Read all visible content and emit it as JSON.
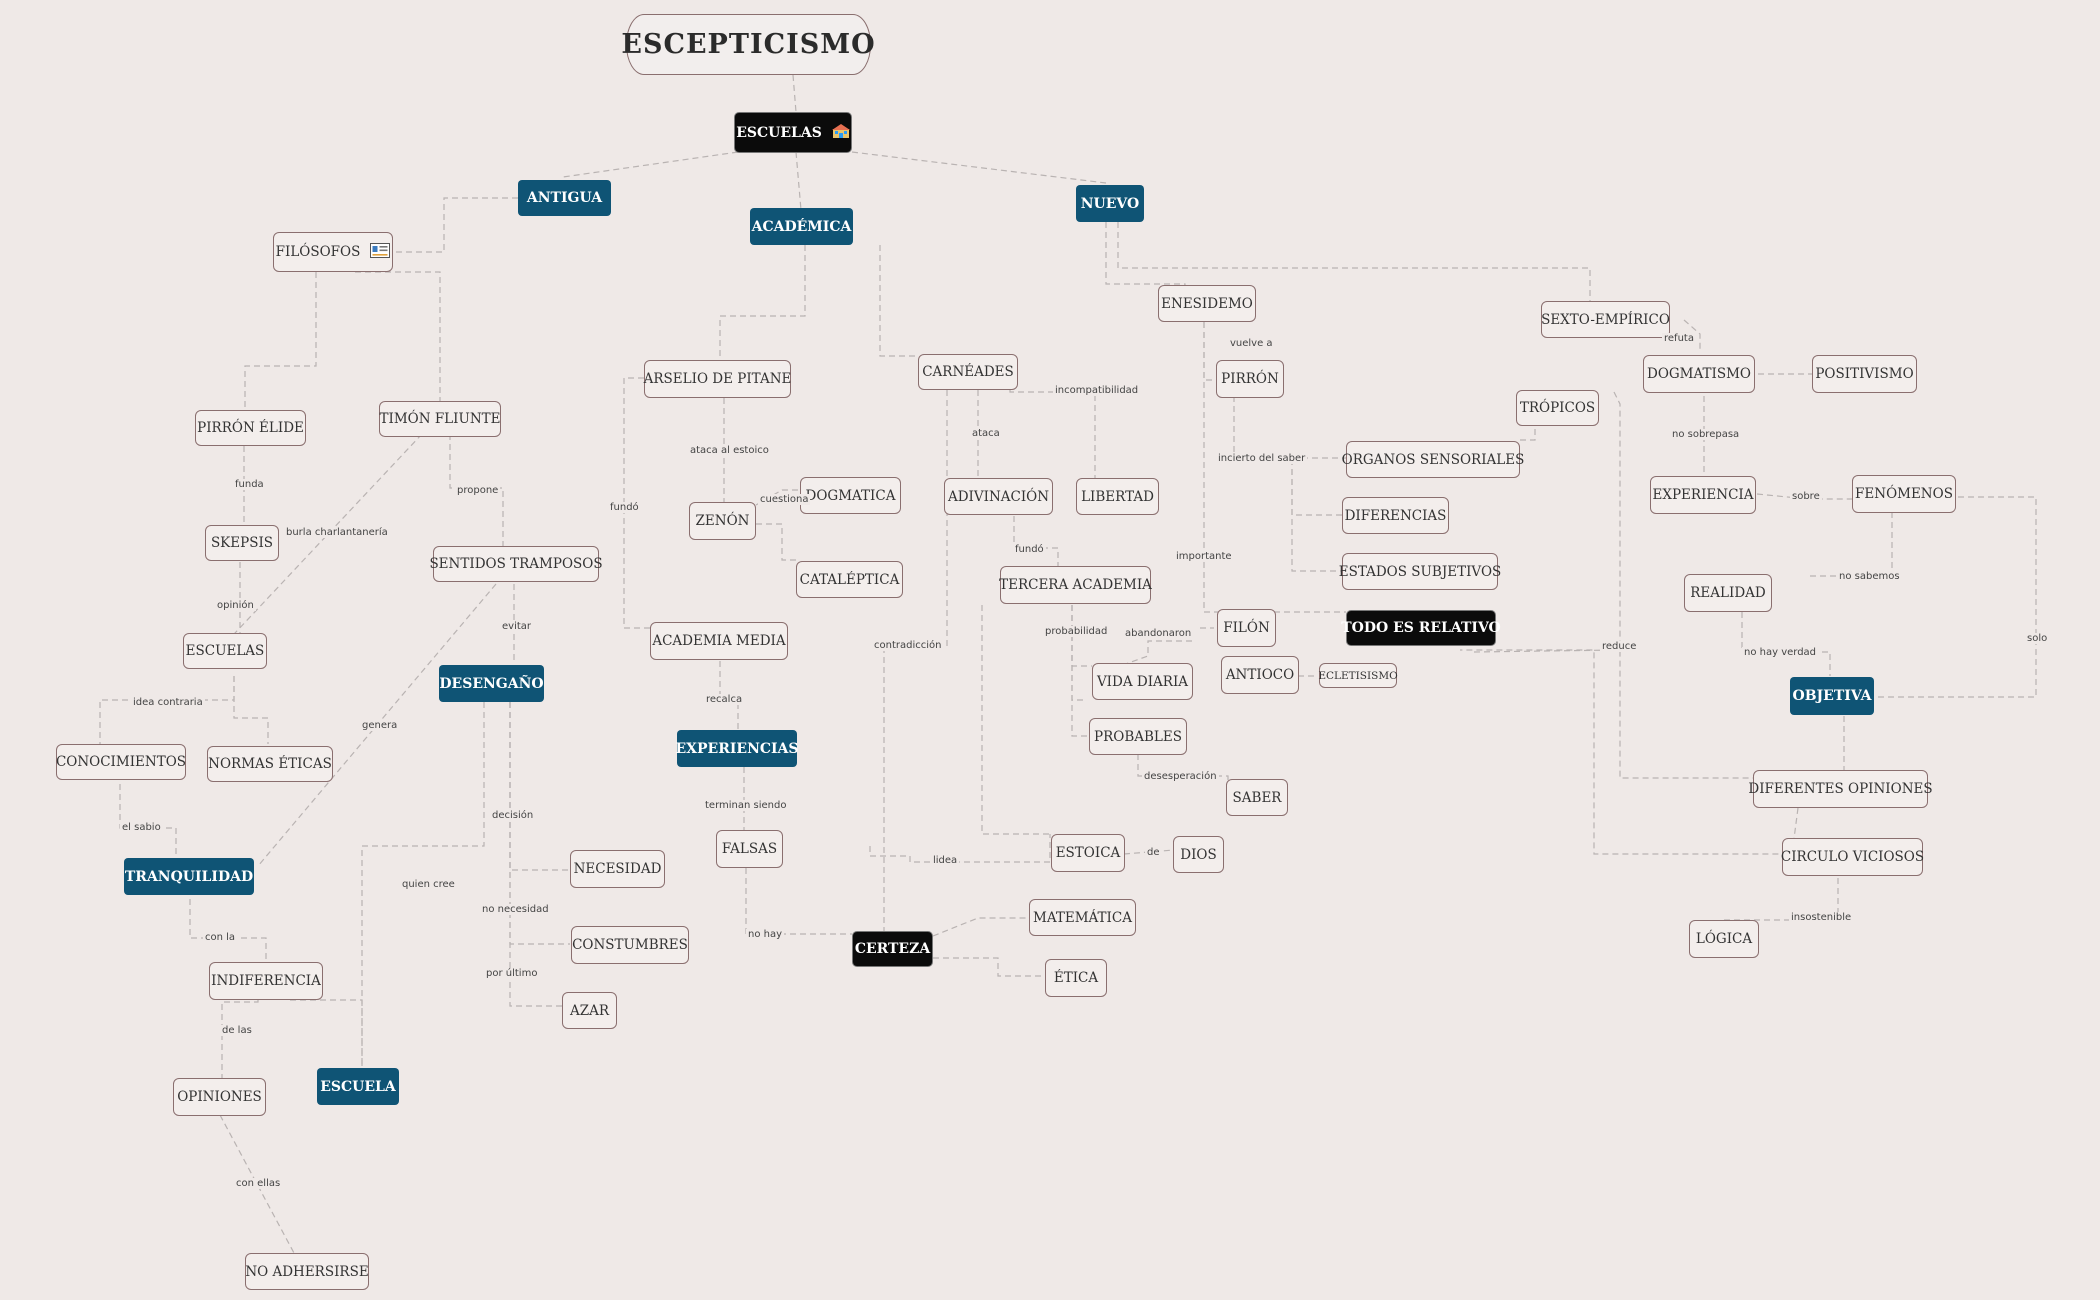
{
  "title": "ESCEPTICISMO",
  "nodes": {
    "escuelas": "ESCUELAS",
    "antigua": "ANTIGUA",
    "academica": "ACADÉMICA",
    "nuevo": "NUEVO",
    "filosofos": "FILÓSOFOS",
    "pirron_elide": "PIRRÓN ÉLIDE",
    "timon_fliunte": "TIMÓN FLIUNTE",
    "skepsis": "SKEPSIS",
    "sentidos_tramposos": "SENTIDOS TRAMPOSOS",
    "escuelas2": "ESCUELAS",
    "desengano": "DESENGAÑO",
    "conocimientos": "CONOCIMIENTOS",
    "normas_eticas": "NORMAS ÉTICAS",
    "tranquilidad": "TRANQUILIDAD",
    "indiferencia": "INDIFERENCIA",
    "opiniones": "OPINIONES",
    "escuela": "ESCUELA",
    "no_adhersirse": "NO ADHERSIRSE",
    "necesidad": "NECESIDAD",
    "constumbres": "CONSTUMBRES",
    "azar": "AZAR",
    "arselio": "ARSELIO DE PITANE",
    "zenon": "ZENÓN",
    "dogmatica": "DOGMATICA",
    "cataleptica": "CATALÉPTICA",
    "academia_media": "ACADEMIA MEDIA",
    "experiencias": "EXPERIENCIAS",
    "falsas": "FALSAS",
    "certeza": "CERTEZA",
    "carneades": "CARNÉADES",
    "adivinacion": "ADIVINACIÓN",
    "libertad": "LIBERTAD",
    "tercera_academia": "TERCERA ACADEMIA",
    "vida_diaria": "VIDA DIARIA",
    "probables": "PROBABLES",
    "saber": "SABER",
    "estoica": "ESTOICA",
    "dios": "DIOS",
    "matematica": "MATEMÁTICA",
    "etica": "ÉTICA",
    "enesidemo": "ENESIDEMO",
    "pirron": "PIRRÓN",
    "filon": "FILÓN",
    "antioco": "ANTIOCO",
    "ecletisismo": "ECLETISISMO",
    "todo_relativo": "TODO ES RELATIVO",
    "organos": "ORGANOS SENSORIALES",
    "diferencias": "DIFERENCIAS",
    "estados": "ESTADOS SUBJETIVOS",
    "tropicos": "TRÓPICOS",
    "sexto": "SEXTO-EMPÍRICO",
    "dogmatismo": "DOGMATISMO",
    "positivismo": "POSITIVISMO",
    "experiencia": "EXPERIENCIA",
    "fenomenos": "FENÓMENOS",
    "realidad": "REALIDAD",
    "objetiva": "OBJETIVA",
    "diferentes_opiniones": "DIFERENTES OPINIONES",
    "circulo": "CIRCULO VICIOSOS",
    "logica": "LÓGICA"
  },
  "labels": {
    "funda": "funda",
    "burla": "burla charlantanería",
    "propone": "propone",
    "opinion": "opinión",
    "evitar": "evitar",
    "idea_contraria": "idea contraria",
    "genera": "genera",
    "el_sabio": "el sabio",
    "decision": "decisión",
    "quien_cree": "quien cree",
    "no_necesidad": "no necesidad",
    "con_la": "con la",
    "por_ultimo": "por último",
    "de_las": "de las",
    "con_ellas": "con ellas",
    "ataca_estoico": "ataca al estoico",
    "cuestiona": "cuestiona",
    "fundo1": "fundó",
    "recalca": "recalca",
    "terminan_siendo": "terminan siendo",
    "no_hay": "no hay",
    "contradiccion": "contradicción",
    "incompatibilidad": "incompatibilidad",
    "ataca": "ataca",
    "fundo2": "fundó",
    "probabilidad": "probabilidad",
    "abandonaron": "abandonaron",
    "desesperacion": "desesperación",
    "lidea": "lidea",
    "de": "de",
    "vuelve_a": "vuelve a",
    "incierto": "incierto del saber",
    "importante": "importante",
    "refuta": "refuta",
    "no_sobrepasa": "no sobrepasa",
    "sobre": "sobre",
    "no_sabemos": "no sabemos",
    "no_hay_verdad": "no hay verdad",
    "reduce": "reduce",
    "solo": "solo",
    "insostenible": "insostenible"
  },
  "icons": {
    "escuelas": "school-building-icon",
    "filosofos": "id-card-icon"
  },
  "colors": {
    "background": "#efe9e7",
    "blue": "#0f5475",
    "dark": "#0b0b0b",
    "border": "#8a6f6f",
    "link": "#b9b3b2"
  }
}
